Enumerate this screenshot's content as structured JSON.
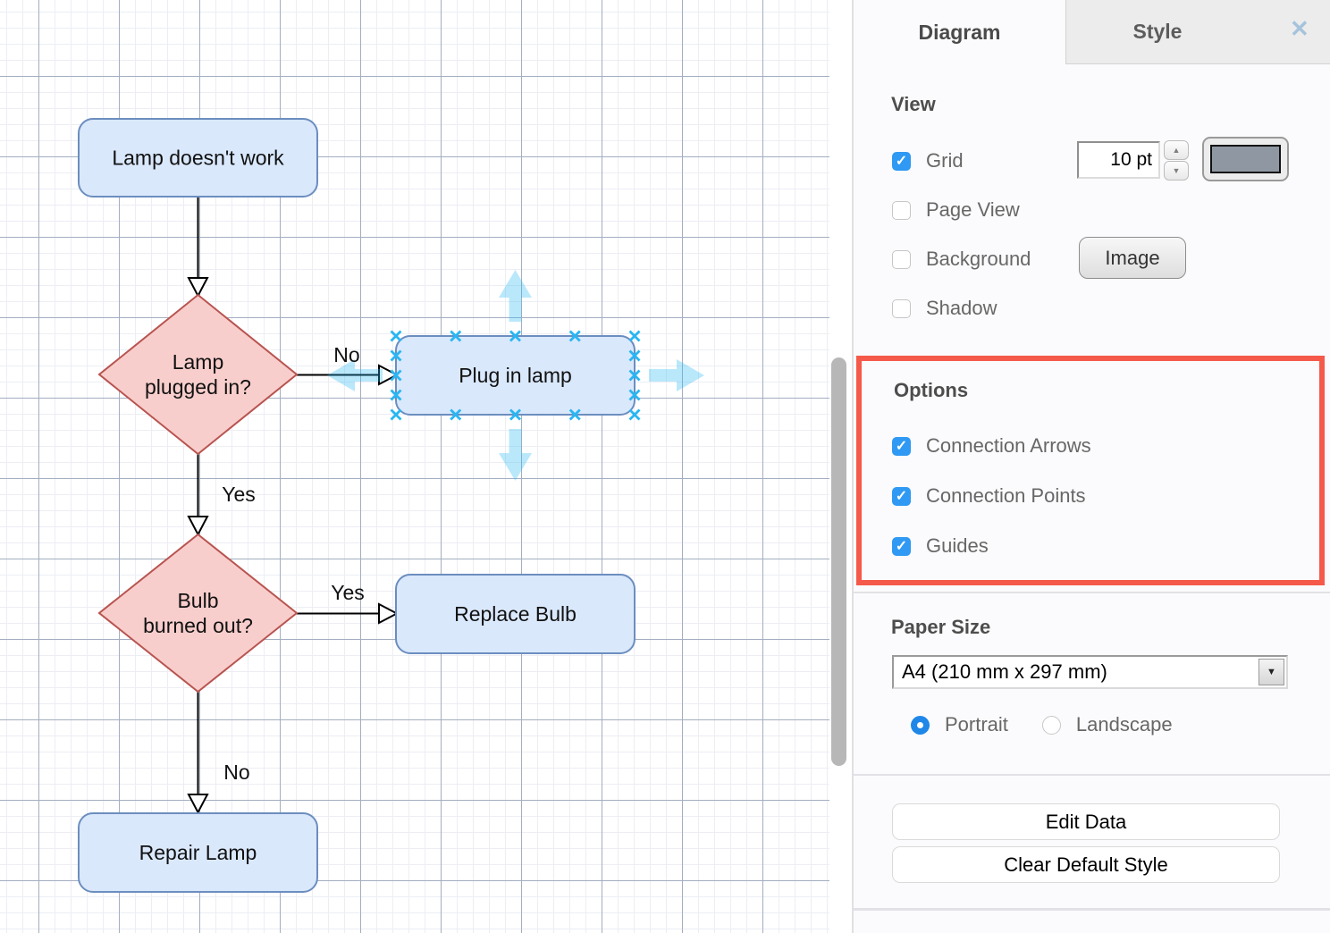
{
  "canvas": {
    "nodes": {
      "start": "Lamp doesn't work",
      "decision1_line1": "Lamp",
      "decision1_line2": "plugged in?",
      "plug": "Plug in lamp",
      "decision2_line1": "Bulb",
      "decision2_line2": "burned out?",
      "replace": "Replace Bulb",
      "repair": "Repair Lamp"
    },
    "edge_labels": {
      "no1": "No",
      "yes1": "Yes",
      "yes2": "Yes",
      "no2": "No"
    }
  },
  "panel": {
    "tabs": {
      "diagram": "Diagram",
      "style": "Style"
    },
    "view": {
      "heading": "View",
      "grid_label": "Grid",
      "grid_size_value": "10 pt",
      "page_view_label": "Page View",
      "background_label": "Background",
      "image_button": "Image",
      "shadow_label": "Shadow"
    },
    "options": {
      "heading": "Options",
      "items": [
        {
          "label": "Connection Arrows",
          "checked": true
        },
        {
          "label": "Connection Points",
          "checked": true
        },
        {
          "label": "Guides",
          "checked": true
        }
      ]
    },
    "paper": {
      "heading": "Paper Size",
      "size_value": "A4 (210 mm x 297 mm)",
      "portrait_label": "Portrait",
      "landscape_label": "Landscape"
    },
    "buttons": {
      "edit_data": "Edit Data",
      "clear_default_style": "Clear Default Style"
    }
  },
  "icons": {
    "check": "✓",
    "close": "✕",
    "spinner_up": "▲",
    "spinner_down": "▼",
    "select_arrow": "▼"
  },
  "colors": {
    "accent_blue": "#2f99f3",
    "highlight_red": "#f5594a",
    "node_blue_fill": "#dae8fc",
    "node_blue_stroke": "#6c8ebf",
    "node_red_fill": "#f8cecc",
    "node_red_stroke": "#b85450",
    "selection_cyan": "#29b6f2",
    "grid_swatch_color": "#8f98a2",
    "grid_major_line": "#a3aec0"
  }
}
